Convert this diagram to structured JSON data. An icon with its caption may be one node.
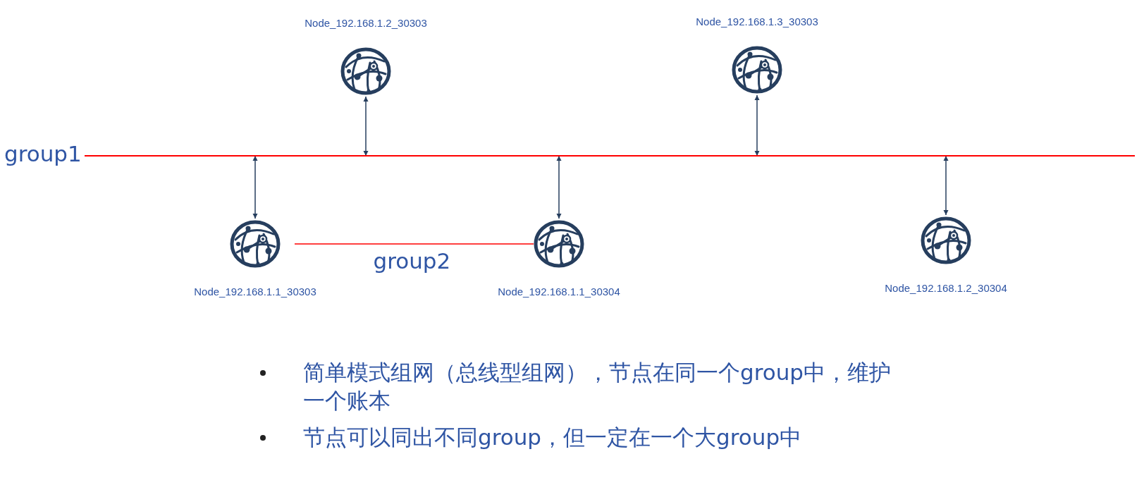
{
  "diagram": {
    "nodes": [
      {
        "text": [
          "Node_192.168.1.2_30303"
        ]
      },
      {
        "text": [
          "Node_192.168.1.3_30303"
        ]
      },
      {
        "text": [
          "group1"
        ]
      },
      {
        "text": [
          "Node_192.168.1.1_30303"
        ]
      },
      {
        "text": [
          "Node_192.168.1.1_30304"
        ]
      },
      {
        "text": [
          "Node_192.168.1.2_30304"
        ]
      }
    ],
    "edges": [
      {
        "from": 0,
        "to": 2,
        "arrow": "both"
      },
      {
        "from": 1,
        "to": 2,
        "arrow": "both"
      },
      {
        "from": 3,
        "to": 2,
        "arrow": "both"
      },
      {
        "from": 4,
        "to": 2,
        "arrow": "both"
      },
      {
        "from": 5,
        "to": 2,
        "arrow": "both"
      },
      {
        "from": 3,
        "to": 4,
        "arrow": "none",
        "label": "group2",
        "color": "#ff0000"
      }
    ],
    "labels": [
      "简单模式组网（总线型组网），节点在同一个group中，维护一个账本",
      "节点可以同出不同group，但一定在一个大group中"
    ]
  }
}
